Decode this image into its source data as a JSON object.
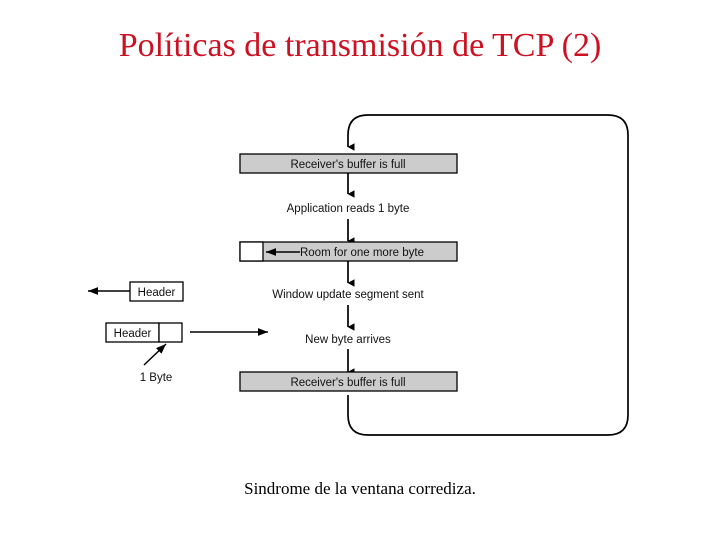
{
  "slide": {
    "title": "Políticas de transmisión de TCP (2)",
    "title_color": "#cc1122",
    "caption": "Sindrome de la ventana corrediza.",
    "background_color": "#ffffff"
  },
  "figure": {
    "name": "silly-window-syndrome-diagram",
    "box_fill": "#cccccc",
    "box_stroke": "#000000",
    "line_color": "#000000",
    "steps": [
      {
        "id": "step-1",
        "label": "Receiver's buffer is full",
        "kind": "filled-bar"
      },
      {
        "id": "step-2",
        "label": "Application reads 1 byte",
        "kind": "text"
      },
      {
        "id": "step-3",
        "label": "Room for one more byte",
        "kind": "filled-bar-with-free-cell"
      },
      {
        "id": "step-4",
        "label": "Window update segment sent",
        "kind": "text"
      },
      {
        "id": "step-5",
        "label": "New byte arrives",
        "kind": "text"
      },
      {
        "id": "step-6",
        "label": "Receiver's buffer is full",
        "kind": "filled-bar"
      }
    ],
    "segments": [
      {
        "id": "segment-header-only",
        "label": "Header",
        "byte_cell": false
      },
      {
        "id": "segment-header-plus-byte",
        "label": "Header",
        "byte_cell": true
      }
    ],
    "byte_annotation": "1 Byte"
  }
}
